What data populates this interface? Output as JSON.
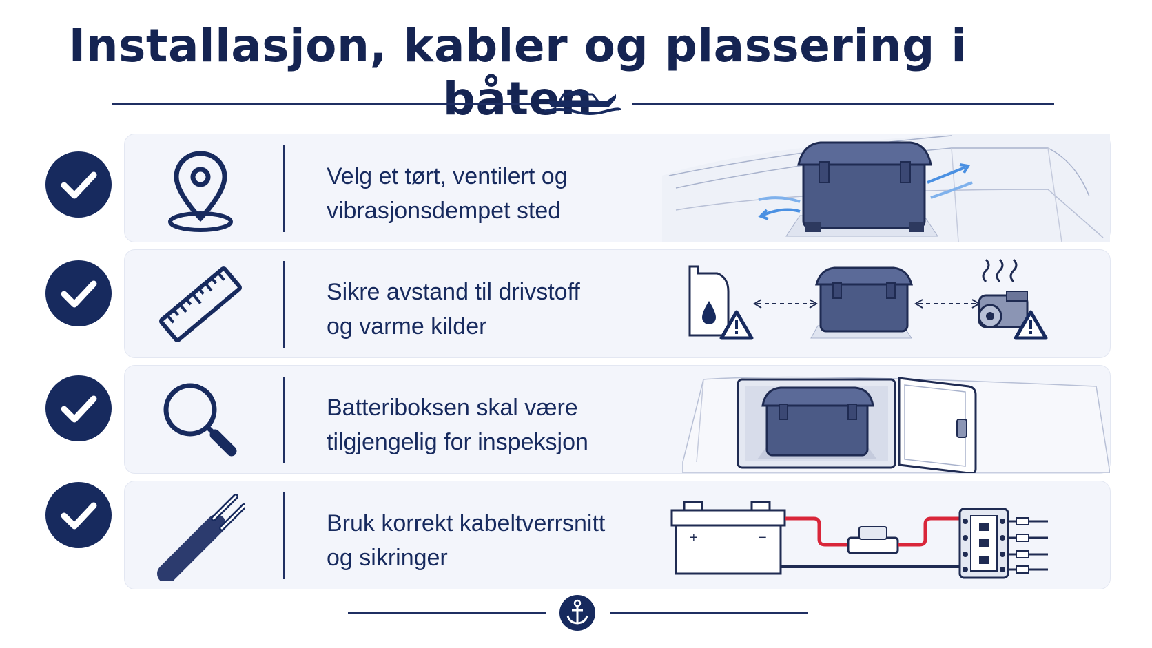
{
  "title": "Installasjon, kabler og plassering i båten",
  "header_icon": "boat-icon",
  "footer_icon": "anchor-icon",
  "colors": {
    "navy": "#172a5e",
    "panel": "#f3f5fb",
    "accent_blue": "#4a90e2",
    "wire_red": "#d9263a"
  },
  "items": [
    {
      "icon": "location-pin-icon",
      "line1": "Velg et tørt, ventilert og",
      "line2": "vibrasjonsdempet sted",
      "illustration": "battery-box-in-hull-illustration"
    },
    {
      "icon": "ruler-icon",
      "line1": "Sikre avstand til drivstoff",
      "line2": "og varme kilder",
      "illustration": "fuel-and-heat-distance-illustration"
    },
    {
      "icon": "magnifier-icon",
      "line1": "Batteriboksen skal være",
      "line2": "tilgjengelig for inspeksjon",
      "illustration": "battery-box-behind-hatch-illustration"
    },
    {
      "icon": "cable-icon",
      "line1": "Bruk korrekt kabeltverrsnitt",
      "line2": "og sikringer",
      "illustration": "battery-fuse-busbar-illustration",
      "battery_plus": "+",
      "battery_minus": "−"
    }
  ]
}
